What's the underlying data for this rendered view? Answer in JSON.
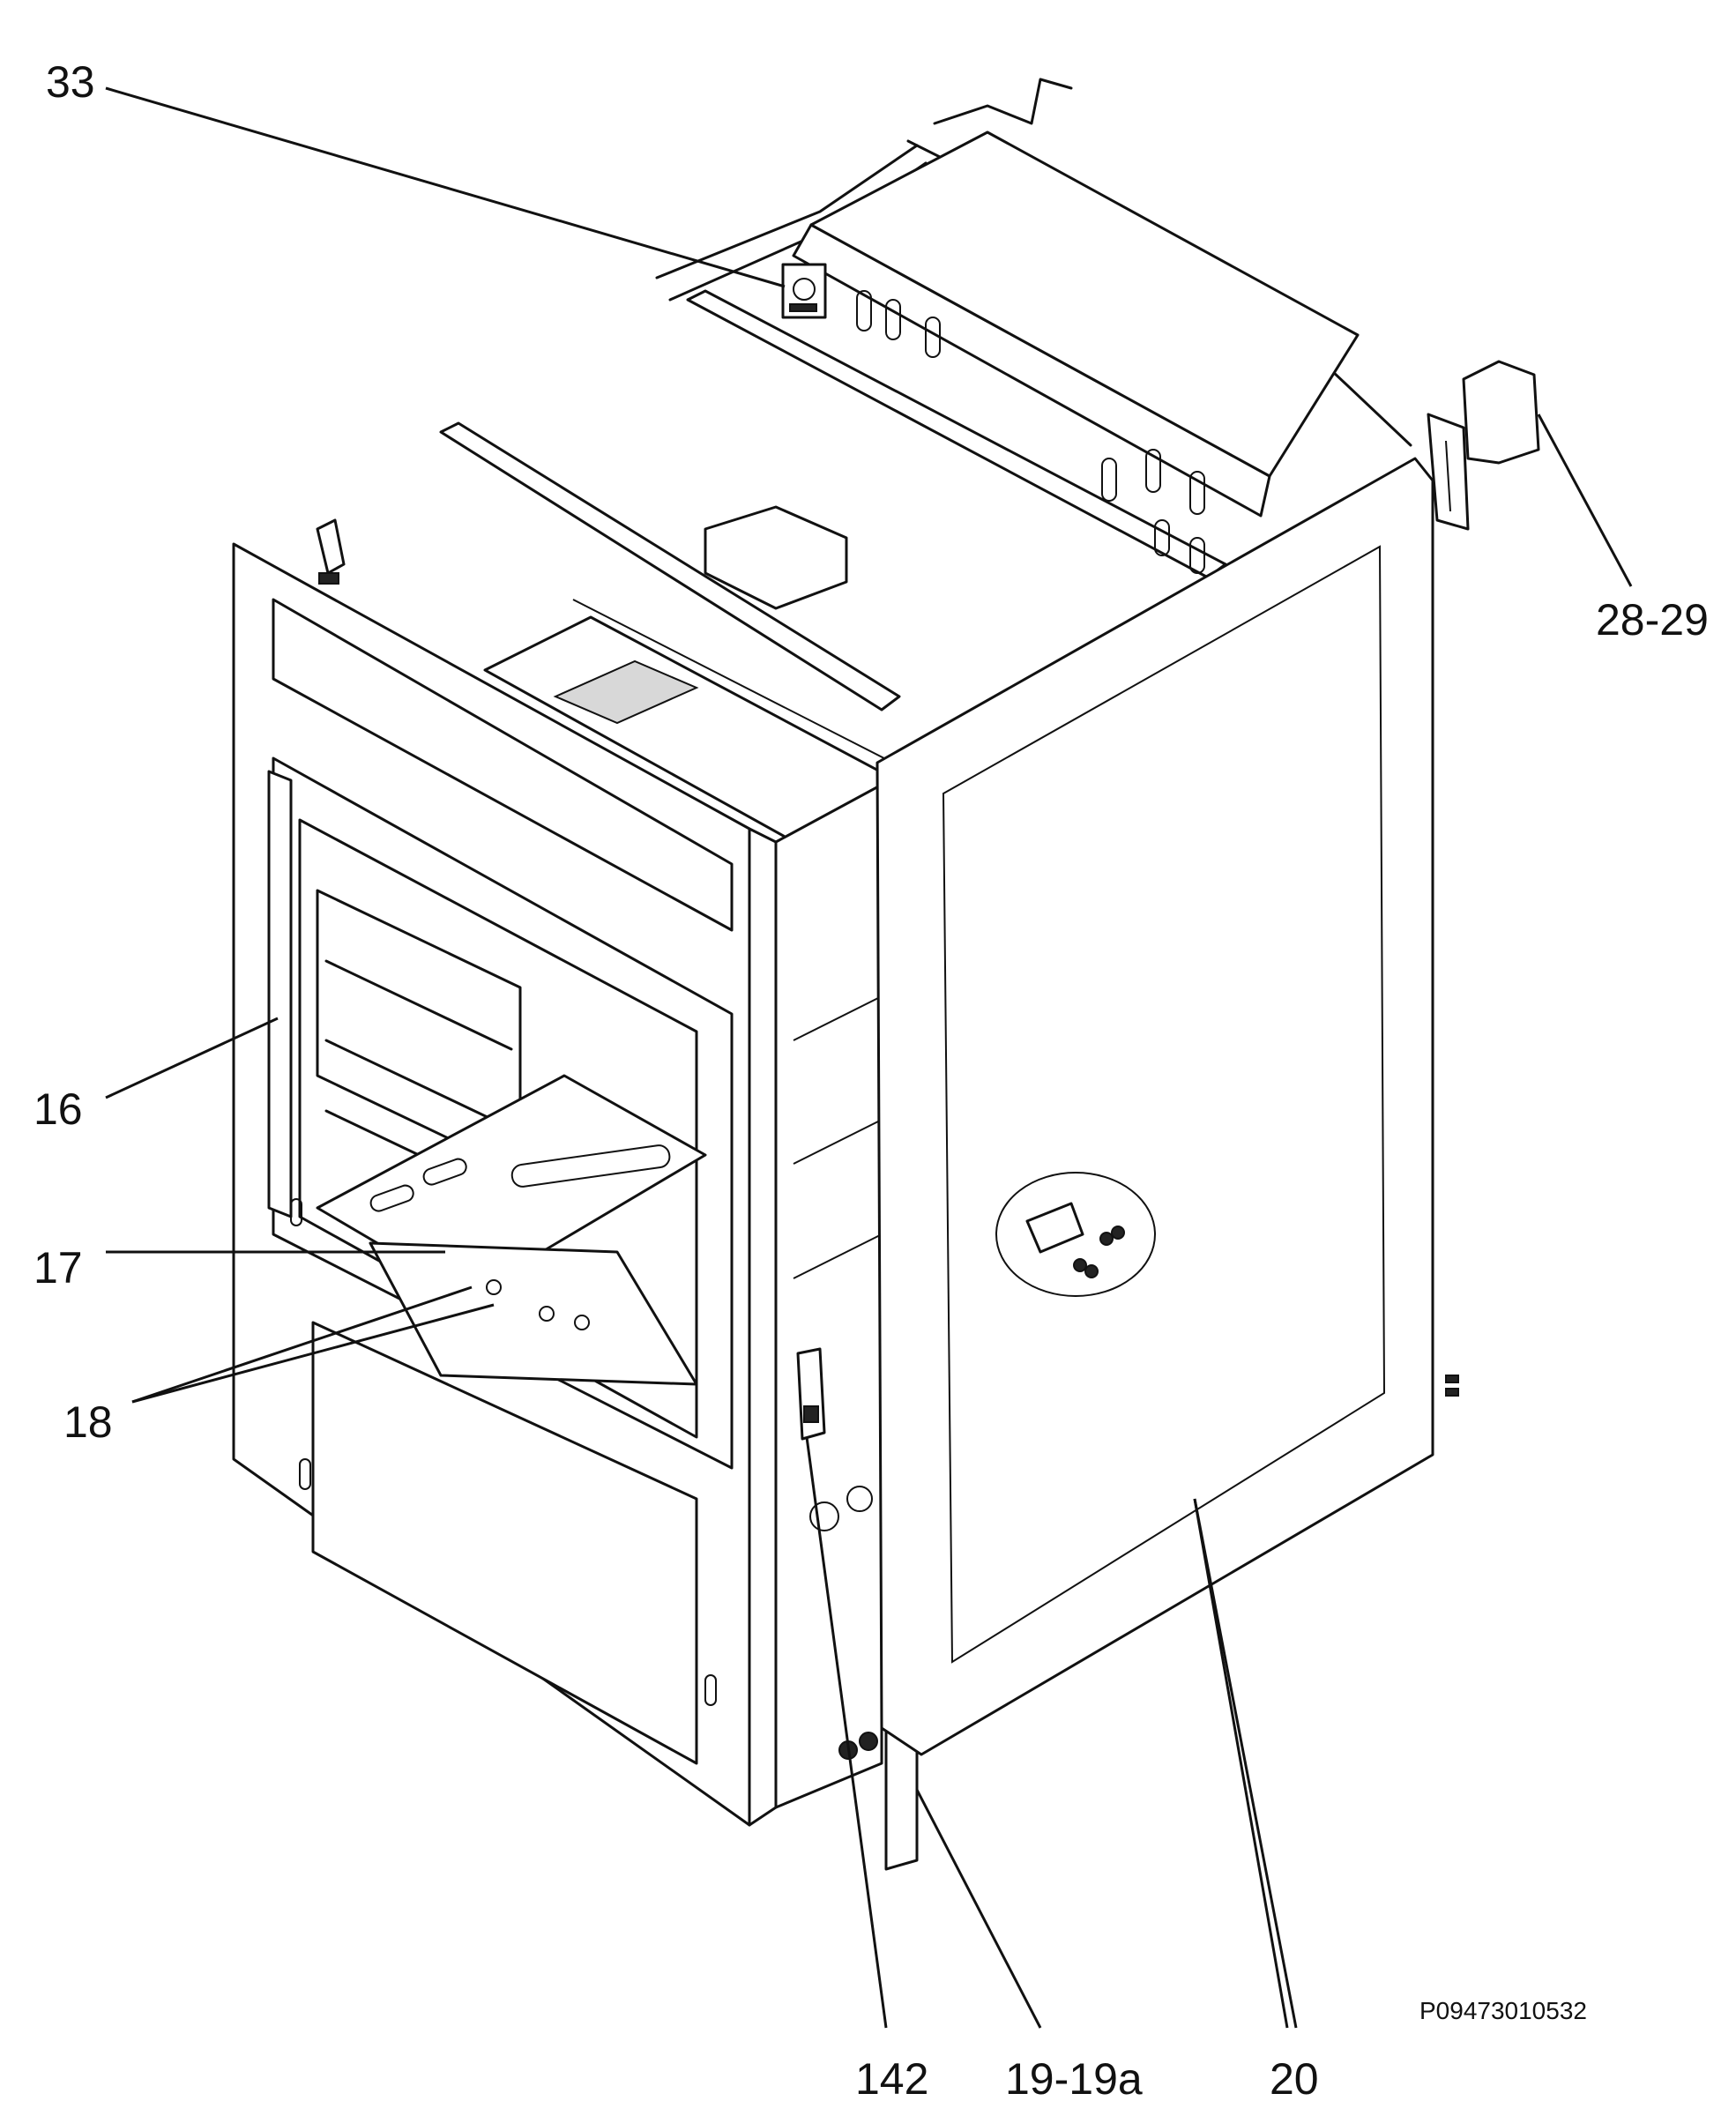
{
  "callouts": {
    "c33": "33",
    "c28_29": "28-29",
    "c16": "16",
    "c17": "17",
    "c18": "18",
    "c142": "142",
    "c19_19a": "19-19a",
    "c20": "20"
  },
  "drawing_code": "P09473010532"
}
